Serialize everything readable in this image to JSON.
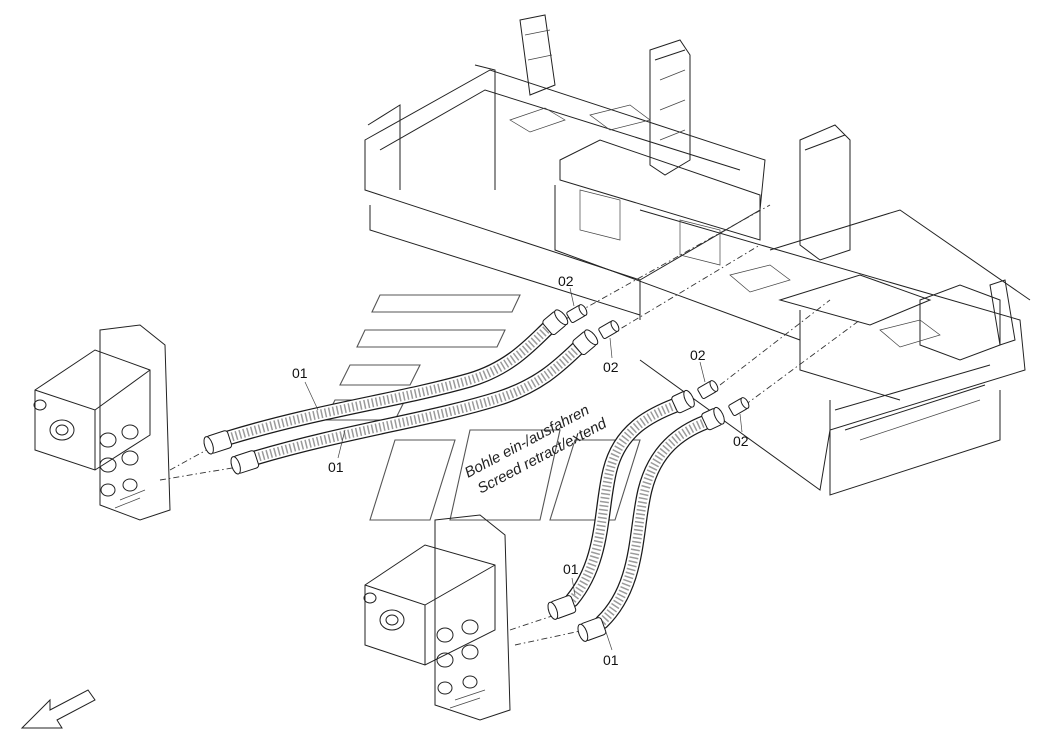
{
  "callouts": [
    {
      "id": "label-02-a",
      "text": "02"
    },
    {
      "id": "label-02-b",
      "text": "02"
    },
    {
      "id": "label-02-c",
      "text": "02"
    },
    {
      "id": "label-02-d",
      "text": "02"
    },
    {
      "id": "label-01-a",
      "text": "01"
    },
    {
      "id": "label-01-b",
      "text": "01"
    },
    {
      "id": "label-01-c",
      "text": "01"
    },
    {
      "id": "label-01-d",
      "text": "01"
    }
  ],
  "caption": {
    "line_de": "Bohle ein-/ausfahren",
    "line_en": "Screed retract/extend"
  },
  "colors": {
    "line": "#222222",
    "hose_texture": "#9a9a9a",
    "background": "#ffffff"
  },
  "icons": {
    "direction_arrow": "arrow-icon"
  }
}
